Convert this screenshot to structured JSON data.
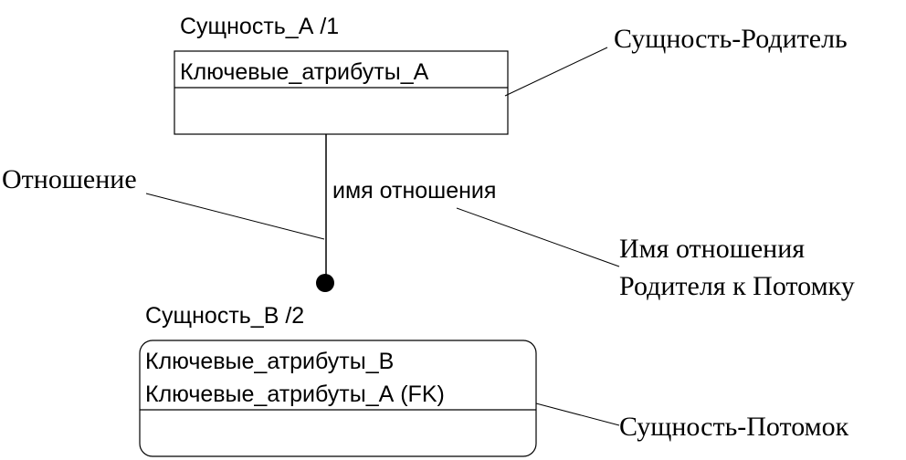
{
  "entity_a": {
    "title": "Сущность_А /1",
    "key_attributes": "Ключевые_атрибуты_А"
  },
  "entity_b": {
    "title": "Сущность_В /2",
    "key_attributes": "Ключевые_атрибуты_В",
    "foreign_key": "Ключевые_атрибуты_А (FK)"
  },
  "relationship": {
    "name": "имя отношения"
  },
  "callouts": {
    "parent": "Сущность-Родитель",
    "relationship": "Отношение",
    "relationship_name_line1": "Имя отношения",
    "relationship_name_line2": "Родителя к Потомку",
    "child": "Сущность-Потомок"
  }
}
